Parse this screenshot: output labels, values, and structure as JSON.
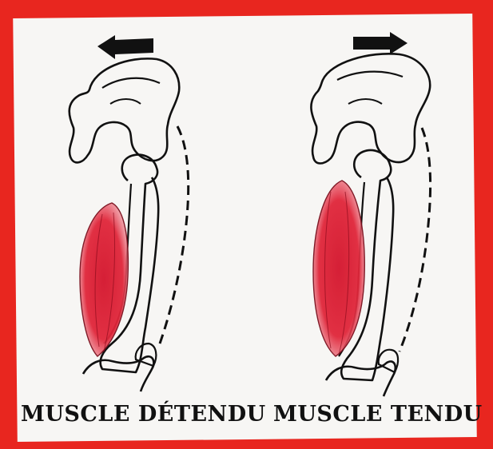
{
  "colors": {
    "border": "#e8261f",
    "background": "#f7f6f4",
    "muscle": "#e0263a",
    "ink": "#111111"
  },
  "figures": [
    {
      "caption": "MUSCLE DÉTENDU",
      "muscle_state": "relaxed",
      "arrow_direction": "left",
      "icon": "arrow-left-icon"
    },
    {
      "caption": "MUSCLE TENDU",
      "muscle_state": "contracted",
      "arrow_direction": "right",
      "icon": "arrow-right-icon"
    }
  ]
}
